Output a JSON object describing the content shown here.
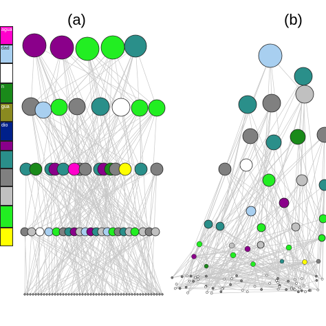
{
  "panels": {
    "a_label": "(a)",
    "b_label": "(b)"
  },
  "legend": {
    "items": [
      {
        "label": "agua",
        "color": "#ff00cc",
        "text_color": "#ffffff"
      },
      {
        "label": "dad",
        "color": "#a8cff0",
        "text_color": "#333333"
      },
      {
        "label": "",
        "color": "#ffffff",
        "text_color": "#000000"
      },
      {
        "label": "n",
        "color": "#1a8a1a",
        "text_color": "#ffffff"
      },
      {
        "label": "gua",
        "color": "#8a8a20",
        "text_color": "#ffffff"
      },
      {
        "label": "dio",
        "color": "#00208a",
        "text_color": "#ffffff"
      },
      {
        "label": "",
        "color": "#8a008a",
        "text_color": "#ffffff"
      },
      {
        "label": "",
        "color": "#2a8f8a",
        "text_color": "#ffffff"
      },
      {
        "label": "",
        "color": "#808080",
        "text_color": "#ffffff"
      },
      {
        "label": "",
        "color": "#c0c0c0",
        "text_color": "#000000"
      },
      {
        "label": "",
        "color": "#22ee22",
        "text_color": "#000000"
      },
      {
        "label": "",
        "color": "#ffff00",
        "text_color": "#000000"
      }
    ]
  },
  "colors": {
    "purple": "#8a008a",
    "green": "#22ee22",
    "darkgreen": "#1a8a1a",
    "teal": "#2a8f8a",
    "gray": "#808080",
    "lightgray": "#c0c0c0",
    "lightblue": "#a8cff0",
    "white": "#ffffff",
    "yellow": "#ffff00",
    "magenta": "#ff00cc",
    "edge": "#c8c8c8"
  }
}
